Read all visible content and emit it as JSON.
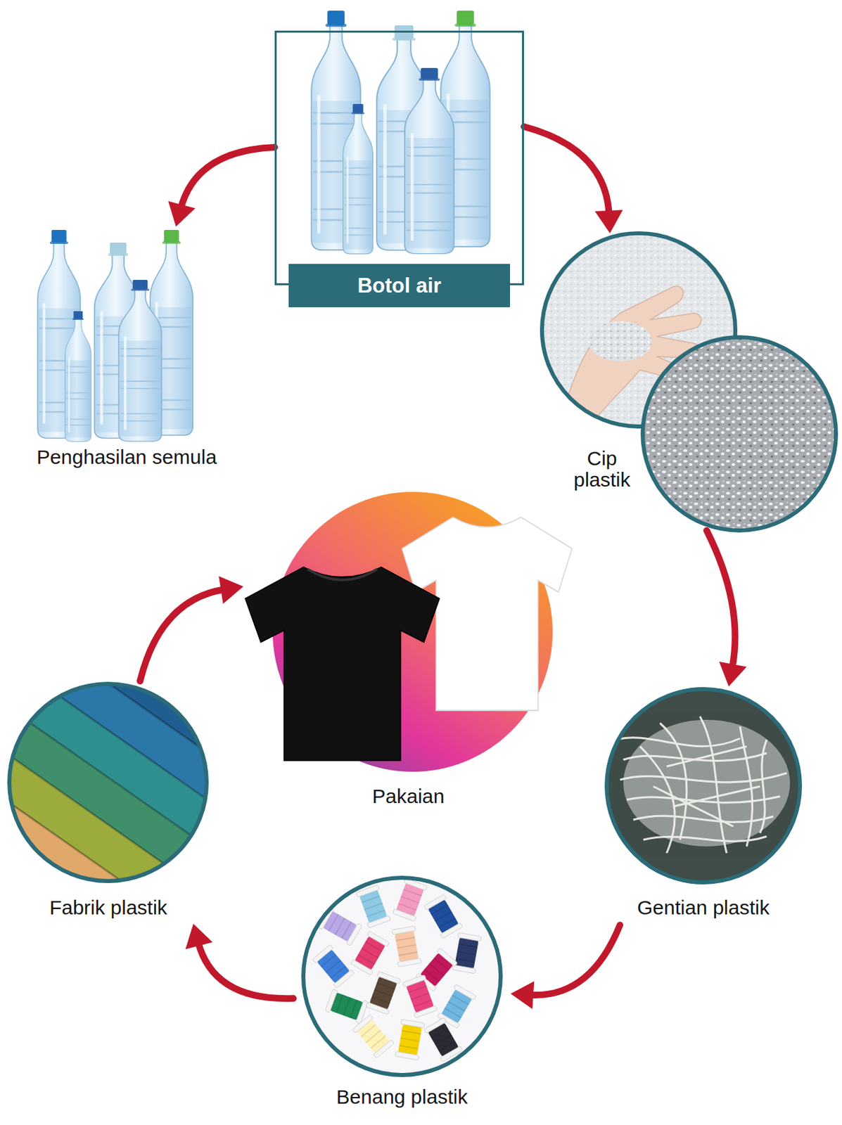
{
  "diagram": {
    "nodes": [
      {
        "text": [
          "Botol air"
        ]
      },
      {
        "text": [
          "Penghasilan semula"
        ]
      },
      {
        "text": [
          "Cip plastik"
        ]
      },
      {
        "text": [
          "Gentian plastik"
        ]
      },
      {
        "text": [
          "Benang plastik"
        ]
      },
      {
        "text": [
          "Fabrik plastik"
        ]
      },
      {
        "text": [
          "Pakaian"
        ]
      }
    ],
    "edges": [
      {
        "from": 0,
        "to": 1,
        "arrow": "to"
      },
      {
        "from": 0,
        "to": 2,
        "arrow": "to"
      },
      {
        "from": 2,
        "to": 3,
        "arrow": "to"
      },
      {
        "from": 3,
        "to": 4,
        "arrow": "to"
      },
      {
        "from": 4,
        "to": 5,
        "arrow": "to"
      },
      {
        "from": 5,
        "to": 6,
        "arrow": "to"
      }
    ]
  }
}
